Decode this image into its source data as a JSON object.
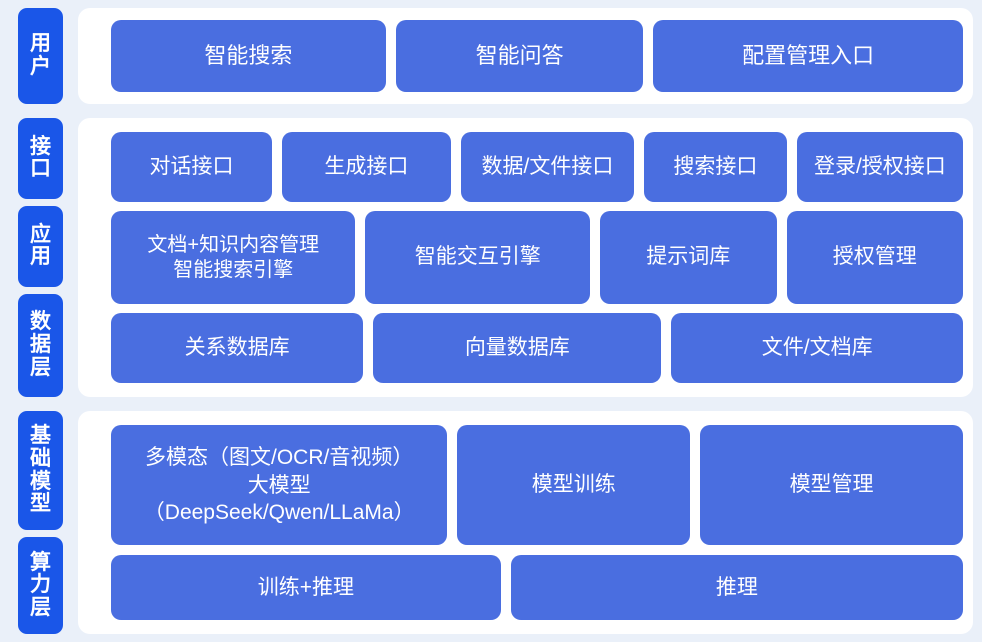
{
  "theme": {
    "background": "#eaf0f9",
    "panel_background": "#ffffff",
    "tab_blue": "#1a56e8",
    "chip_blue": "#4a6ee0",
    "text_color": "#ffffff"
  },
  "sections": [
    {
      "id": "user",
      "tabs": [
        {
          "label": "用户",
          "chars": [
            "用",
            "户"
          ]
        }
      ],
      "rows": [
        {
          "chips": [
            {
              "label": "智能搜索",
              "flex": 275
            },
            {
              "label": "智能问答",
              "flex": 246
            },
            {
              "label": "配置管理入口",
              "flex": 312
            }
          ]
        }
      ]
    },
    {
      "id": "core",
      "tabs": [
        {
          "label": "接口",
          "chars": [
            "接",
            "口"
          ]
        },
        {
          "label": "应用",
          "chars": [
            "应",
            "用"
          ]
        },
        {
          "label": "数据层",
          "chars": [
            "数",
            "据",
            "层"
          ]
        }
      ],
      "rows": [
        {
          "chips": [
            {
              "label": "对话接口",
              "flex": 166
            },
            {
              "label": "生成接口",
              "flex": 175
            },
            {
              "label": "数据/文件接口",
              "flex": 180
            },
            {
              "label": "搜索接口",
              "flex": 145
            },
            {
              "label": "登录/授权接口",
              "flex": 172
            }
          ]
        },
        {
          "chips": [
            {
              "label": "文档+知识内容管理\n智能搜索引擎",
              "flex": 252,
              "style": "two-line"
            },
            {
              "label": "智能交互引擎",
              "flex": 230
            },
            {
              "label": "提示词库",
              "flex": 177
            },
            {
              "label": "授权管理",
              "flex": 177
            }
          ]
        },
        {
          "chips": [
            {
              "label": "关系数据库",
              "flex": 252
            },
            {
              "label": "向量数据库",
              "flex": 290
            },
            {
              "label": "文件/文档库",
              "flex": 294
            }
          ]
        }
      ]
    },
    {
      "id": "infra",
      "tabs": [
        {
          "label": "基础模型",
          "chars": [
            "基",
            "础",
            "模",
            "型"
          ]
        },
        {
          "label": "算力层",
          "chars": [
            "算",
            "力",
            "层"
          ]
        }
      ],
      "rows": [
        {
          "chips": [
            {
              "label": "多模态（图文/OCR/音视频）\n大模型（DeepSeek/Qwen/LLaMa）",
              "flex": 340,
              "style": "model-chip"
            },
            {
              "label": "模型训练",
              "flex": 230
            },
            {
              "label": "模型管理",
              "flex": 262
            }
          ]
        },
        {
          "chips": [
            {
              "label": "训练+推理",
              "flex": 390
            },
            {
              "label": "推理",
              "flex": 455
            }
          ]
        }
      ]
    }
  ]
}
